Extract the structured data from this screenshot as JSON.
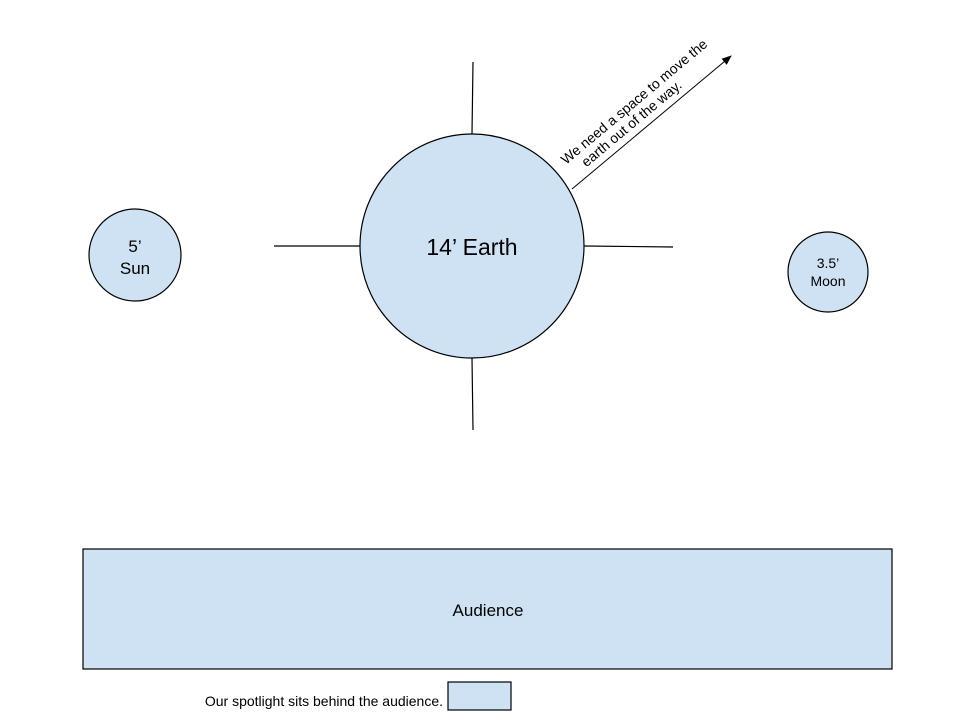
{
  "diagram": {
    "sun": {
      "size_label": "5’",
      "name_label": "Sun"
    },
    "earth": {
      "label": "14’ Earth"
    },
    "moon": {
      "size_label": "3.5’",
      "name_label": "Moon"
    },
    "note": {
      "line1": "We need a space to move the",
      "line2": "earth out of the way."
    },
    "audience": {
      "label": "Audience"
    },
    "spotlight": {
      "caption": "Our spotlight sits behind the audience."
    }
  },
  "colors": {
    "fill": "#cfe2f3",
    "stroke": "#000000",
    "background": "#ffffff"
  }
}
